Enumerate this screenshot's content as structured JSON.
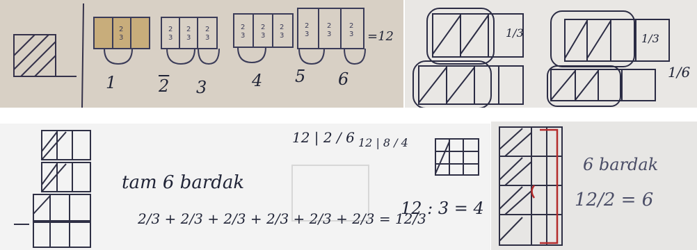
{
  "panel_top_left": {
    "bg": "#d8d0c5",
    "counts": [
      "1",
      "2",
      "3",
      "4",
      "5",
      "6"
    ],
    "result": "=12"
  },
  "panel_top_right": {
    "bg": "#e9e7e4",
    "fraction_top": "1/3",
    "fraction_bottom": "1/3",
    "side_fraction": "1/6"
  },
  "panel_bottom_left": {
    "bg": "#f3f3f3",
    "tam_text": "tam 6 bardak",
    "division_top": "12 | 2 / 6",
    "division_small": "12 | 8 / 4",
    "equation_sum": "2/3 + 2/3 + 2/3 + 2/3 + 2/3 + 2/3 = 12/3",
    "equation_div": "12 : 3 = 4"
  },
  "panel_bottom_right": {
    "bg": "#e7e6e4",
    "bardak_text": "6 bardak",
    "fraction_eq": "12/2 = 6"
  }
}
